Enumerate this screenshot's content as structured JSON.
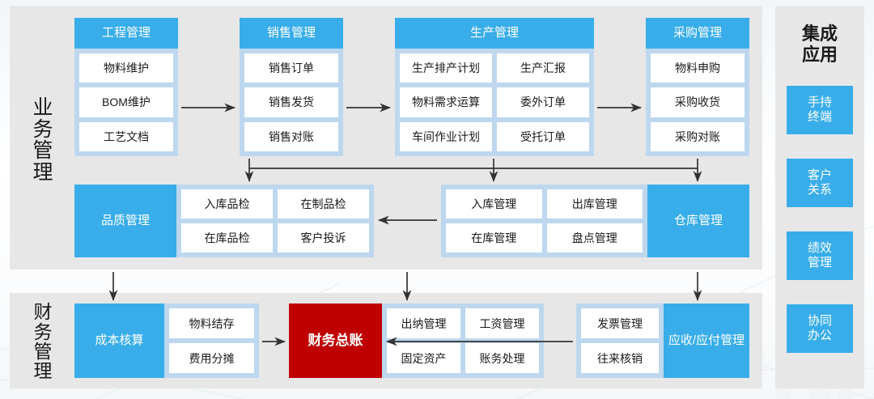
{
  "diagram": {
    "sections": [
      {
        "label_chars": [
          "业",
          "务",
          "管",
          "理"
        ],
        "name": "业务管理"
      },
      {
        "label_chars": [
          "财",
          "务",
          "管",
          "理"
        ],
        "name": "财务管理"
      }
    ],
    "business_row1": [
      {
        "header": "工程管理",
        "cells": [
          [
            "物料维护"
          ],
          [
            "BOM维护"
          ],
          [
            "工艺文档"
          ]
        ]
      },
      {
        "header": "销售管理",
        "cells": [
          [
            "销售订单"
          ],
          [
            "销售发货"
          ],
          [
            "销售对账"
          ]
        ]
      },
      {
        "header": "生产管理",
        "cells": [
          [
            "生产排产计划",
            "生产汇报"
          ],
          [
            "物料需求运算",
            "委外订单"
          ],
          [
            "车间作业计划",
            "受托订单"
          ]
        ]
      },
      {
        "header": "采购管理",
        "cells": [
          [
            "物料申购"
          ],
          [
            "采购收货"
          ],
          [
            "采购对账"
          ]
        ]
      }
    ],
    "business_row2": [
      {
        "header": "品质管理",
        "header_side": "left",
        "cells": [
          [
            "入库品检",
            "在制品检"
          ],
          [
            "在库品检",
            "客户投诉"
          ]
        ]
      },
      {
        "header": "仓库管理",
        "header_side": "right",
        "cells": [
          [
            "入库管理",
            "出库管理"
          ],
          [
            "在库管理",
            "盘点管理"
          ]
        ]
      }
    ],
    "finance_row": [
      {
        "header": "成本核算",
        "header_side": "left",
        "style": "blue",
        "cells": [
          [
            "物料结存"
          ],
          [
            "费用分摊"
          ]
        ]
      },
      {
        "header": "财务总账",
        "header_side": "solo",
        "style": "red",
        "cells": []
      },
      {
        "header": "",
        "header_side": "none",
        "cells": [
          [
            "出纳管理",
            "工资管理"
          ],
          [
            "固定资产",
            "账务处理"
          ]
        ]
      },
      {
        "header": "应收/应付管理",
        "header_side": "right",
        "style": "blue",
        "cells": [
          [
            "发票管理"
          ],
          [
            "往来核销"
          ]
        ]
      }
    ],
    "sidebar": {
      "title_lines": [
        "集成",
        "应用"
      ],
      "items": [
        {
          "lines": [
            "手持",
            "终端"
          ],
          "name": "手持终端"
        },
        {
          "lines": [
            "客户",
            "关系"
          ],
          "name": "客户关系"
        },
        {
          "lines": [
            "绩效",
            "管理"
          ],
          "name": "绩效管理"
        },
        {
          "lines": [
            "协同",
            "办公"
          ],
          "name": "协同办公"
        }
      ]
    },
    "colors": {
      "accent_blue": "#38ade9",
      "light_blue": "#bdd7ee",
      "panel_gray": "#e7e7e7",
      "accent_red": "#c00000",
      "cell_white": "#ffffff",
      "arrow": "#333333"
    }
  }
}
